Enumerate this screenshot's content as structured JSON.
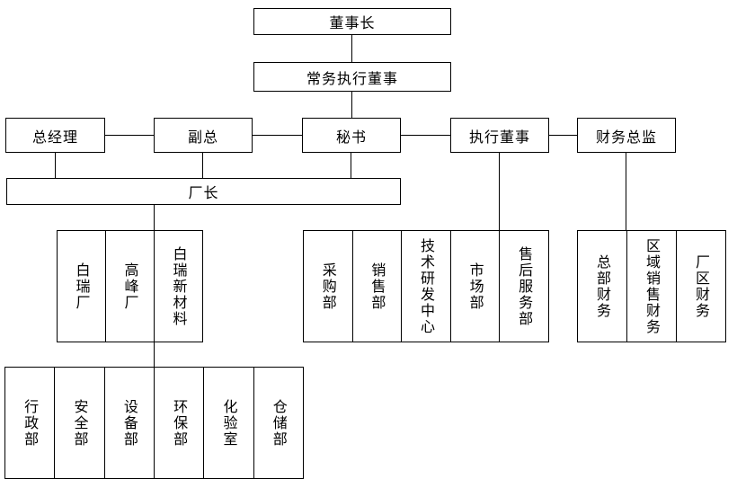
{
  "diagram_type": "org-chart",
  "colors": {
    "line": "#000000",
    "background": "#ffffff",
    "box_fill": "#ffffff"
  },
  "nodes": {
    "chairman": "董事长",
    "executive_managing_director": "常务执行董事",
    "general_manager": "总经理",
    "deputy_general_manager": "副总",
    "secretary": "秘书",
    "executive_director": "执行董事",
    "finance_director": "财务总监",
    "factory_director": "厂长"
  },
  "groups": {
    "factories": [
      "白瑞厂",
      "高峰厂",
      "白瑞新材料"
    ],
    "business_departments": [
      "采购部",
      "销售部",
      "技术研发中心",
      "市场部",
      "售后服务部"
    ],
    "finance_departments": [
      "总部财务",
      "区域销售财务",
      "厂区财务"
    ],
    "factory_departments": [
      "行政部",
      "安全部",
      "设备部",
      "环保部",
      "化验室",
      "仓储部"
    ]
  }
}
